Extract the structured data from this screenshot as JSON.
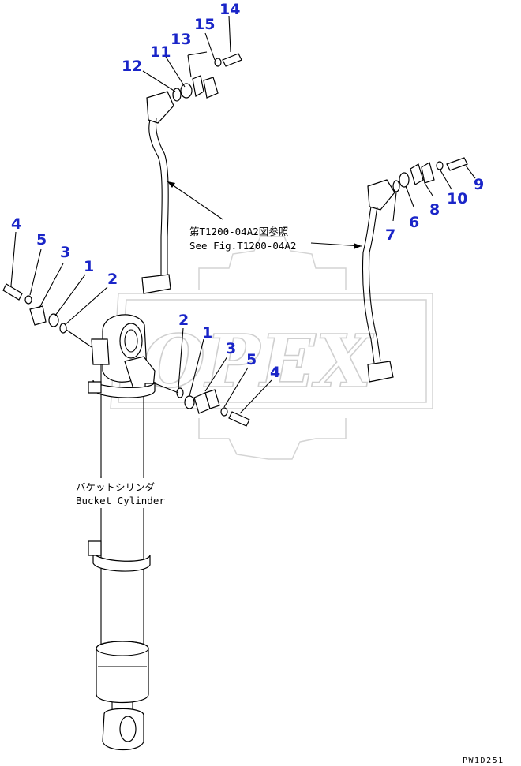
{
  "watermark": {
    "text": "OPEX"
  },
  "notes": {
    "reference_ja": "第T1200-04A2図参照",
    "reference_en": "See Fig.T1200-04A2",
    "cylinder_ja": "バケットシリンダ",
    "cylinder_en": "Bucket Cylinder"
  },
  "drawing_code": "PW1D251",
  "callouts": {
    "left_group": [
      "4",
      "5",
      "3",
      "1",
      "2"
    ],
    "center_group": [
      "2",
      "1",
      "3",
      "5",
      "4"
    ],
    "top_group": [
      "12",
      "11",
      "13",
      "15",
      "14"
    ],
    "right_group": [
      "7",
      "6",
      "8",
      "10",
      "9"
    ]
  },
  "colors": {
    "callout": "#1a25c8",
    "line": "#000000",
    "watermark": "#cfcfcf"
  }
}
